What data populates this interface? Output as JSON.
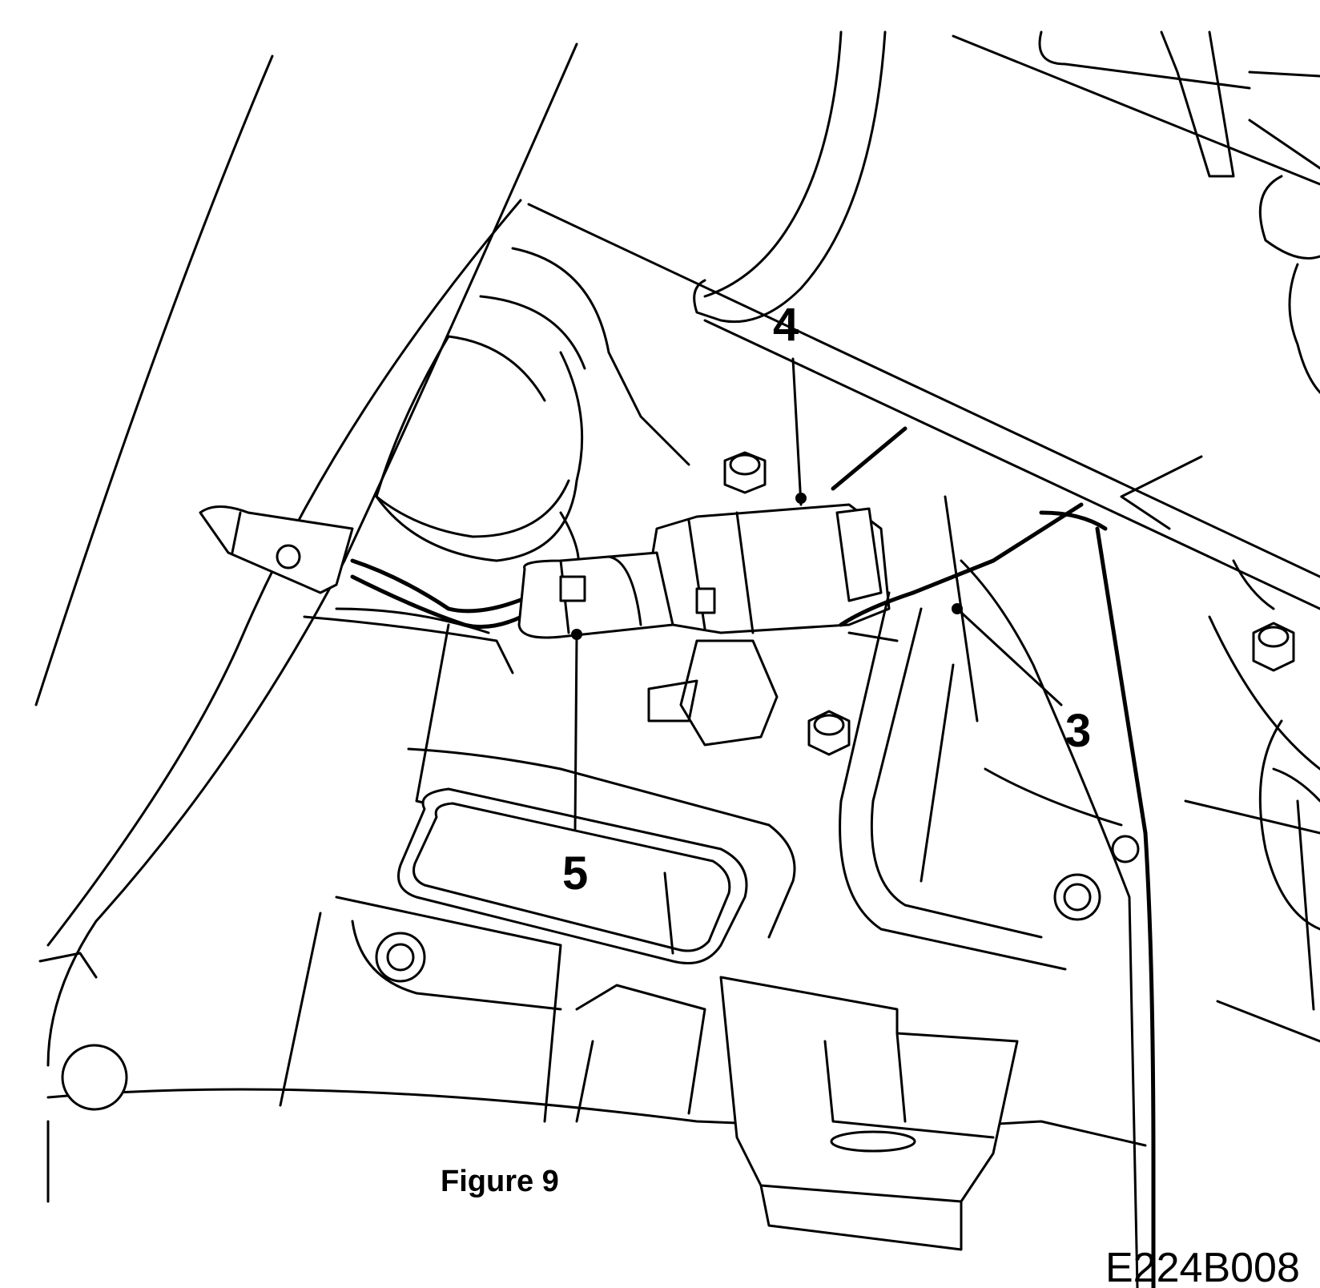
{
  "figure": {
    "caption": "Figure 9",
    "reference_code": "E224B008"
  },
  "callouts": [
    {
      "id": "3",
      "label": "3"
    },
    {
      "id": "4",
      "label": "4"
    },
    {
      "id": "5",
      "label": "5"
    }
  ]
}
